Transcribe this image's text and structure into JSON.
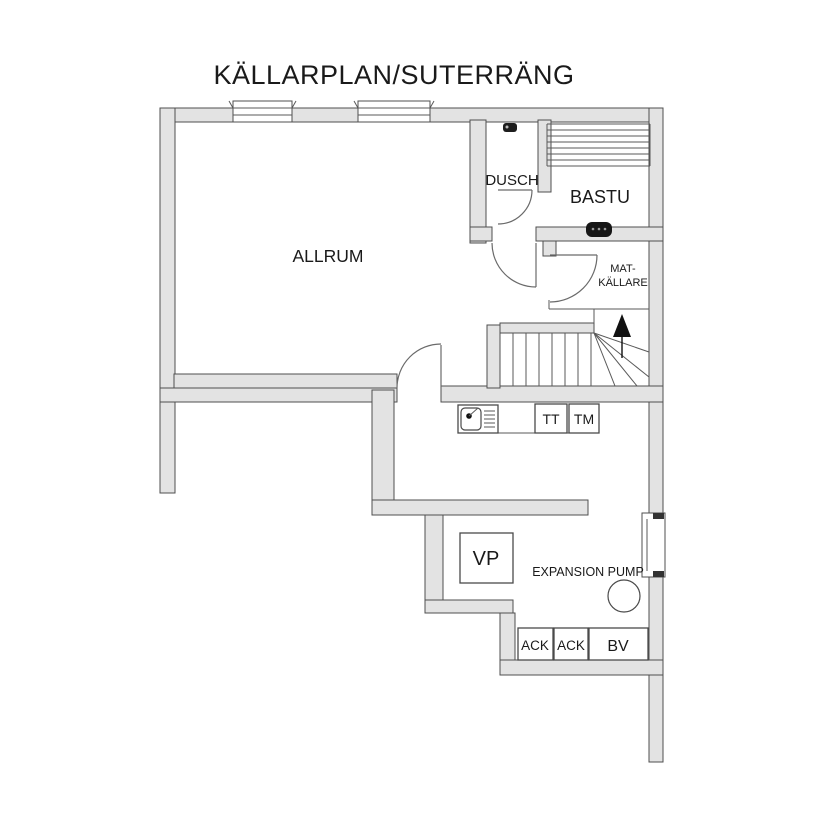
{
  "title": "KÄLLARPLAN/SUTERRÄNG",
  "rooms": {
    "allrum": "ALLRUM",
    "dusch": "DUSCH",
    "bastu": "BASTU",
    "matkallare_line1": "MAT-",
    "matkallare_line2": "KÄLLARE"
  },
  "equipment": {
    "tt": "TT",
    "tm": "TM",
    "vp": "VP",
    "expansion_pump": "EXPANSION PUMP",
    "ack_left": "ACK",
    "ack_right": "ACK",
    "bv": "BV"
  },
  "icons": {
    "stair_arrow": "up-direction",
    "sink": "laundry-sink",
    "sauna_heater": "sauna-heater",
    "shower": "shower-mixer",
    "pump": "pump-circle",
    "windows": "window-symbol"
  },
  "colors": {
    "background": "#ffffff",
    "wall_fill": "#e3e3e3",
    "wall_stroke": "#4f4f4f",
    "line": "#5a5a5a",
    "heater": "#161616",
    "text": "#1a1a1a"
  }
}
